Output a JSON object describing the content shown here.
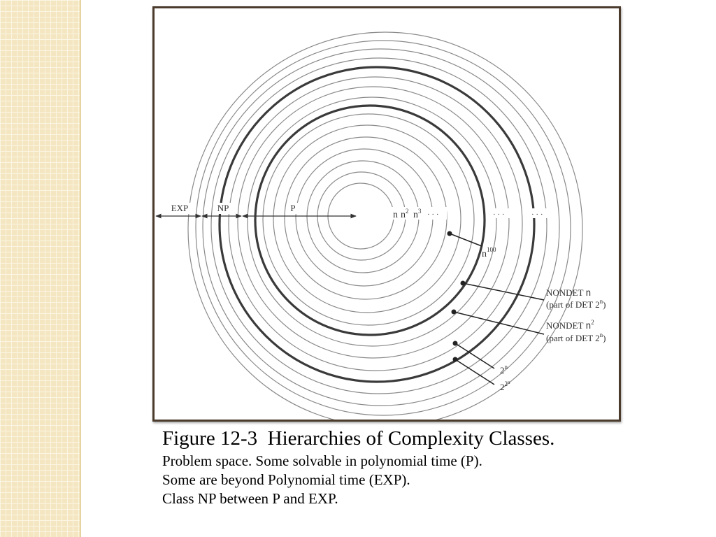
{
  "figure": {
    "region_labels": {
      "exp": "EXP",
      "np": "NP",
      "p": "P"
    },
    "ring_labels": {
      "n": "n",
      "n2_base": "n",
      "n2_exp": "2",
      "n3_base": "n",
      "n3_exp": "3",
      "dots1": "· · ·",
      "dots2": "· · ·",
      "dots3": "· · ·"
    },
    "callouts": {
      "n100_base": "n",
      "n100_exp": "100",
      "nondet_n_line1_prefix": "NONDET ",
      "nondet_n_line1_var": "n",
      "nondet_n_line2_prefix": "(part of DET 2",
      "nondet_n_line2_sup": "n",
      "nondet_n_line2_suffix": ")",
      "nondet_n2_line1_prefix": "NONDET ",
      "nondet_n2_line1_var": "n",
      "nondet_n2_line1_sup": "2",
      "nondet_n2_line2_prefix": "(part of DET 2",
      "nondet_n2_line2_sup": "n",
      "nondet_n2_line2_suffix": ")",
      "twon_base": "2",
      "twon_exp": "n",
      "twotwon_base": "2",
      "twotwon_exp1": "2",
      "twotwon_exp2": "n"
    },
    "colors": {
      "thin_ring": "#8a8a8a",
      "thick_ring": "#3a3a3a",
      "frame": "#4a3b2c"
    }
  },
  "caption": {
    "title": "Figure 12-3  Hierarchies of Complexity Classes.",
    "lines": [
      "Problem space. Some solvable in polynomial time (P).",
      "Some are beyond Polynomial time (EXP).",
      "Class NP between P and EXP."
    ]
  }
}
